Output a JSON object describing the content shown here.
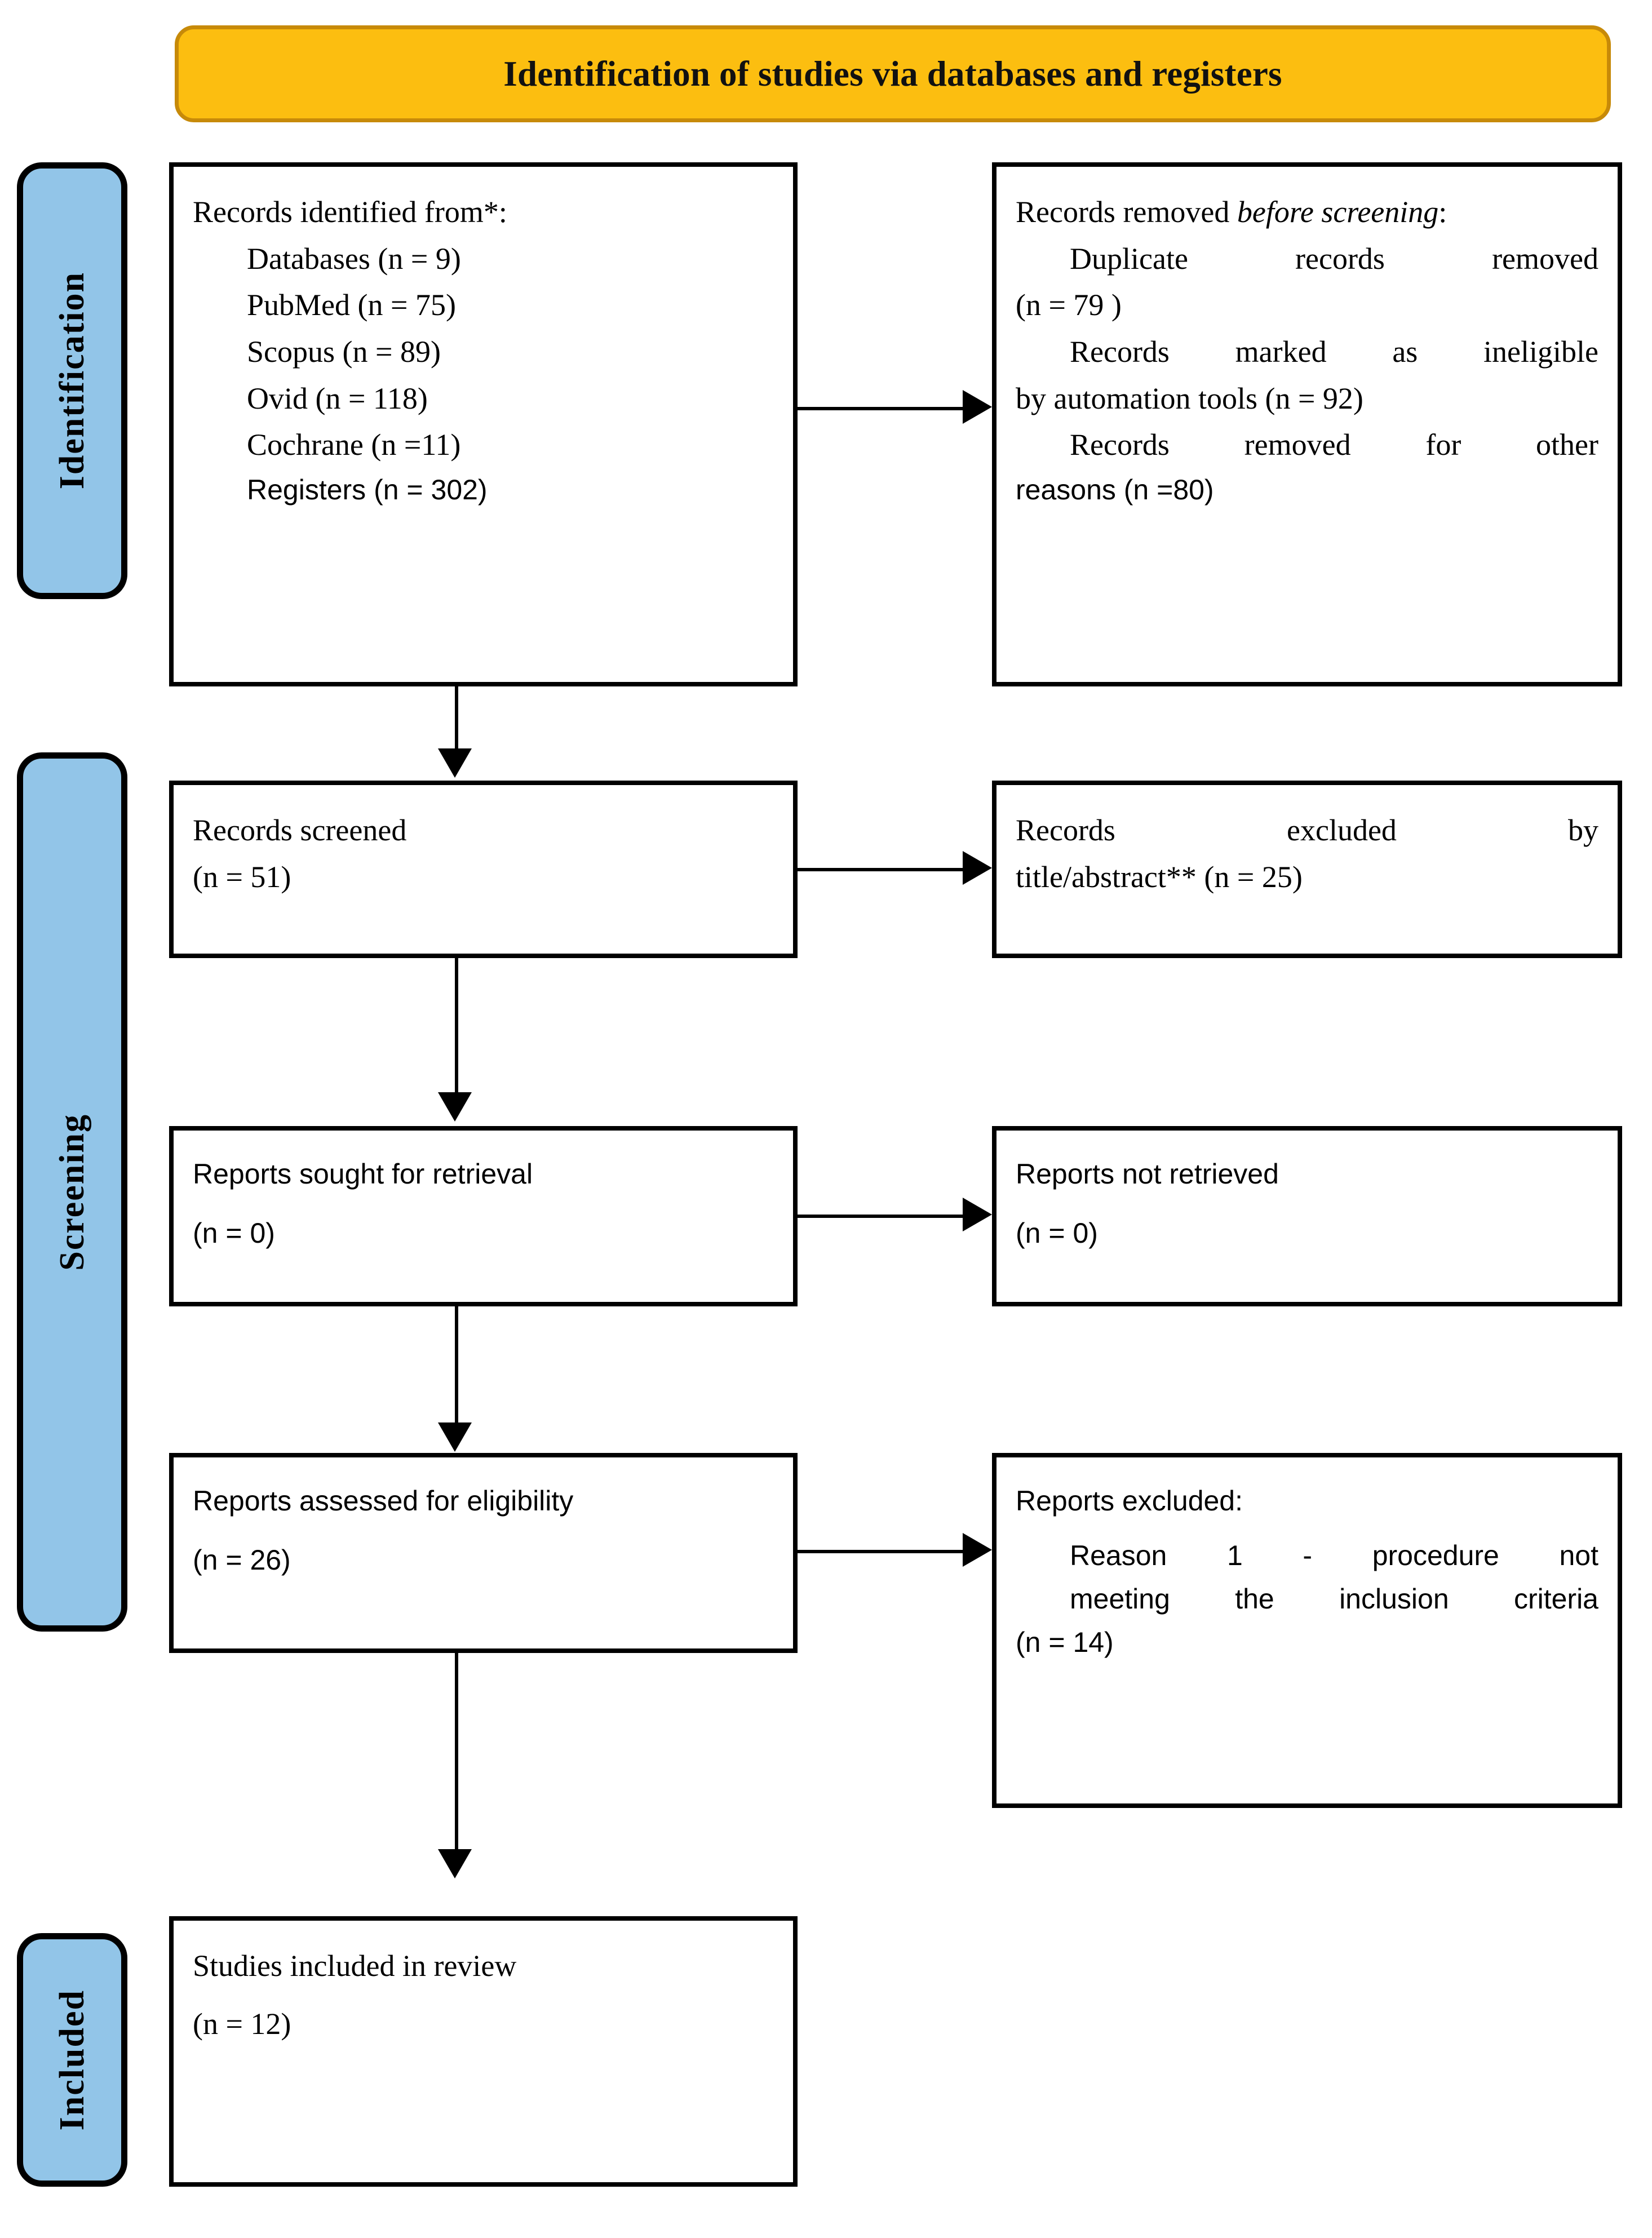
{
  "banner": {
    "title": "Identification of studies via databases and registers"
  },
  "stages": {
    "identification": "Identification",
    "screening": "Screening",
    "included": "Included"
  },
  "boxes": {
    "identified": {
      "heading": "Records identified from*:",
      "items": [
        "Databases (n = 9)",
        "PubMed (n = 75)",
        "Scopus (n = 89)",
        "Ovid (n = 118)",
        "Cochrane (n =11)",
        "Registers (n = 302)"
      ]
    },
    "removed": {
      "heading_lead": "Records removed ",
      "heading_italic": "before screening",
      "heading_tail": ":",
      "lines": [
        "Duplicate records removed",
        "(n = 79 )",
        "Records marked as ineligible",
        "by automation tools (n = 92)",
        "Records removed for other",
        "reasons (n =80)"
      ]
    },
    "screened": {
      "label": "Records screened",
      "count": "(n = 51)"
    },
    "excluded_title_abstract": {
      "line1": "Records excluded by",
      "line2": "title/abstract** (n = 25)"
    },
    "sought": {
      "label": "Reports sought for retrieval",
      "count": "(n = 0)"
    },
    "not_retrieved": {
      "label": "Reports not retrieved",
      "count": "(n = 0)"
    },
    "assessed": {
      "label": "Reports assessed for eligibility",
      "count": "(n = 26)"
    },
    "reports_excluded": {
      "heading": "Reports excluded:",
      "line1": "Reason 1 - procedure not",
      "line2": "meeting the inclusion criteria",
      "count": "(n = 14)"
    },
    "included": {
      "label": "Studies included in review",
      "count": "(n = 12)"
    }
  },
  "colors": {
    "banner_fill": "#FCBE10",
    "banner_border": "#C78A09",
    "stage_tab_fill": "#92C5E8",
    "box_border": "#000000"
  }
}
